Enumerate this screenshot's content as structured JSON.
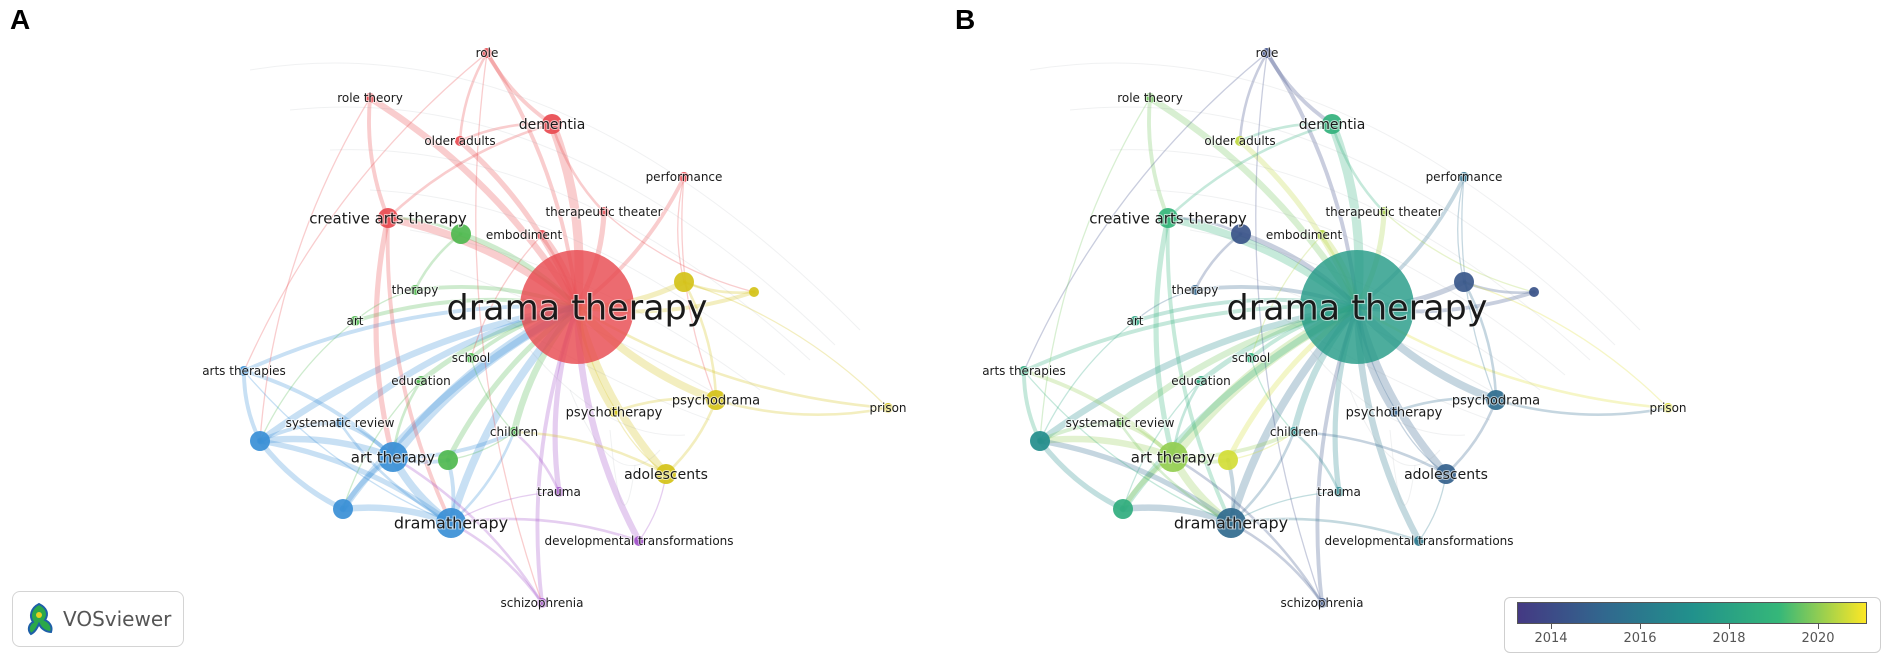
{
  "panels": [
    {
      "letter": "A",
      "mode": "cluster"
    },
    {
      "letter": "B",
      "mode": "overlay"
    }
  ],
  "logo": {
    "text": "VOSviewer"
  },
  "legend": {
    "ticks": [
      "2014",
      "2016",
      "2018",
      "2020"
    ]
  },
  "colors": {
    "cluster_red": "#e84a50",
    "cluster_green": "#4fb84f",
    "cluster_blue": "#3a8fd6",
    "cluster_yellow": "#d4c218",
    "cluster_purple": "#a050c8",
    "year_low": "#443983",
    "year_high": "#fde725"
  },
  "nodes": [
    {
      "id": "drama therapy",
      "label": "drama therapy",
      "cluster": "red",
      "year": 2017.5,
      "size": "xl"
    },
    {
      "id": "role",
      "label": "role",
      "cluster": "red",
      "year": 2014,
      "size": "s"
    },
    {
      "id": "role theory",
      "label": "role theory",
      "cluster": "red",
      "year": 2019.5,
      "size": "s"
    },
    {
      "id": "dementia",
      "label": "dementia",
      "cluster": "red",
      "year": 2018.6,
      "size": "m"
    },
    {
      "id": "older adults",
      "label": "older adults",
      "cluster": "red",
      "year": 2020.2,
      "size": "s"
    },
    {
      "id": "performance",
      "label": "performance",
      "cluster": "red",
      "year": 2015.5,
      "size": "s"
    },
    {
      "id": "creative arts therapy",
      "label": "creative arts therapy",
      "cluster": "red",
      "year": 2018.8,
      "size": "m"
    },
    {
      "id": "therapeutic theater",
      "label": "therapeutic theater",
      "cluster": "red",
      "year": 2020,
      "size": "s"
    },
    {
      "id": "embodiment",
      "label": "embodiment",
      "cluster": "red",
      "year": 2020.1,
      "size": "s"
    },
    {
      "id": "g1",
      "label": "",
      "cluster": "green",
      "year": 2014.3,
      "size": "m"
    },
    {
      "id": "therapy",
      "label": "therapy",
      "cluster": "green",
      "year": 2015,
      "size": "s"
    },
    {
      "id": "art",
      "label": "art",
      "cluster": "green",
      "year": 2018,
      "size": "s"
    },
    {
      "id": "school",
      "label": "school",
      "cluster": "green",
      "year": 2018.5,
      "size": "s"
    },
    {
      "id": "education",
      "label": "education",
      "cluster": "green",
      "year": 2018.2,
      "size": "s"
    },
    {
      "id": "children",
      "label": "children",
      "cluster": "green",
      "year": 2016.8,
      "size": "s"
    },
    {
      "id": "g2",
      "label": "",
      "cluster": "green",
      "year": 2020.4,
      "size": "m"
    },
    {
      "id": "arts therapies",
      "label": "arts therapies",
      "cluster": "blue",
      "year": 2018.3,
      "size": "s"
    },
    {
      "id": "systematic review",
      "label": "systematic review",
      "cluster": "blue",
      "year": 2019.5,
      "size": "s"
    },
    {
      "id": "b1",
      "label": "",
      "cluster": "blue",
      "year": 2016.8,
      "size": "m"
    },
    {
      "id": "art therapy",
      "label": "art therapy",
      "cluster": "blue",
      "year": 2019.8,
      "size": "l"
    },
    {
      "id": "b2",
      "label": "",
      "cluster": "blue",
      "year": 2018.4,
      "size": "m"
    },
    {
      "id": "dramatherapy",
      "label": "dramatherapy",
      "cluster": "blue",
      "year": 2015.2,
      "size": "l"
    },
    {
      "id": "y1",
      "label": "",
      "cluster": "yellow",
      "year": 2014.4,
      "size": "m"
    },
    {
      "id": "y2",
      "label": "",
      "cluster": "yellow",
      "year": 2014.2,
      "size": "s"
    },
    {
      "id": "psychotherapy",
      "label": "psychotherapy",
      "cluster": "yellow",
      "year": 2014.8,
      "size": "s"
    },
    {
      "id": "psychodrama",
      "label": "psychodrama",
      "cluster": "yellow",
      "year": 2015.3,
      "size": "m"
    },
    {
      "id": "prison",
      "label": "prison",
      "cluster": "yellow",
      "year": 2020.5,
      "size": "s"
    },
    {
      "id": "adolescents",
      "label": "adolescents",
      "cluster": "yellow",
      "year": 2014.8,
      "size": "m"
    },
    {
      "id": "trauma",
      "label": "trauma",
      "cluster": "purple",
      "year": 2016.5,
      "size": "s"
    },
    {
      "id": "developmental transformations",
      "label": "developmental transformations",
      "cluster": "purple",
      "year": 2015.8,
      "size": "s"
    },
    {
      "id": "schizophrenia",
      "label": "schizophrenia",
      "cluster": "purple",
      "year": 2014.3,
      "size": "s"
    }
  ],
  "links": [
    [
      "drama therapy",
      "role",
      3
    ],
    [
      "drama therapy",
      "role theory",
      5
    ],
    [
      "drama therapy",
      "dementia",
      7
    ],
    [
      "drama therapy",
      "older adults",
      4
    ],
    [
      "drama therapy",
      "performance",
      3
    ],
    [
      "drama therapy",
      "creative arts therapy",
      6
    ],
    [
      "drama therapy",
      "therapeutic theater",
      4
    ],
    [
      "drama therapy",
      "embodiment",
      5
    ],
    [
      "drama therapy",
      "g1",
      4
    ],
    [
      "drama therapy",
      "therapy",
      3
    ],
    [
      "drama therapy",
      "art",
      3
    ],
    [
      "drama therapy",
      "school",
      3
    ],
    [
      "drama therapy",
      "education",
      4
    ],
    [
      "drama therapy",
      "children",
      5
    ],
    [
      "drama therapy",
      "g2",
      4
    ],
    [
      "drama therapy",
      "arts therapies",
      3
    ],
    [
      "drama therapy",
      "systematic review",
      5
    ],
    [
      "drama therapy",
      "b1",
      5
    ],
    [
      "drama therapy",
      "art therapy",
      8
    ],
    [
      "drama therapy",
      "b2",
      5
    ],
    [
      "drama therapy",
      "dramatherapy",
      6
    ],
    [
      "drama therapy",
      "y1",
      4
    ],
    [
      "drama therapy",
      "y2",
      3
    ],
    [
      "drama therapy",
      "psychotherapy",
      5
    ],
    [
      "drama therapy",
      "psychodrama",
      6
    ],
    [
      "drama therapy",
      "prison",
      2
    ],
    [
      "drama therapy",
      "adolescents",
      6
    ],
    [
      "drama therapy",
      "trauma",
      4
    ],
    [
      "drama therapy",
      "developmental transformations",
      5
    ],
    [
      "drama therapy",
      "schizophrenia",
      3
    ],
    [
      "role",
      "dementia",
      3
    ],
    [
      "role theory",
      "creative arts therapy",
      3
    ],
    [
      "role",
      "older adults",
      2
    ],
    [
      "dementia",
      "therapeutic theater",
      2
    ],
    [
      "creative arts therapy",
      "art therapy",
      4
    ],
    [
      "creative arts therapy",
      "dramatherapy",
      3
    ],
    [
      "art therapy",
      "dramatherapy",
      6
    ],
    [
      "art therapy",
      "b1",
      5
    ],
    [
      "art therapy",
      "b2",
      4
    ],
    [
      "art therapy",
      "arts therapies",
      3
    ],
    [
      "dramatherapy",
      "b1",
      4
    ],
    [
      "dramatherapy",
      "b2",
      5
    ],
    [
      "systematic review",
      "b1",
      3
    ],
    [
      "arts therapies",
      "b1",
      3
    ],
    [
      "b1",
      "b2",
      4
    ],
    [
      "art therapy",
      "systematic review",
      3
    ],
    [
      "art therapy",
      "g2",
      3
    ],
    [
      "dramatherapy",
      "g2",
      3
    ],
    [
      "art therapy",
      "children",
      3
    ],
    [
      "dramatherapy",
      "children",
      2
    ],
    [
      "education",
      "art therapy",
      2
    ],
    [
      "psychodrama",
      "prison",
      2
    ],
    [
      "psychodrama",
      "psychotherapy",
      2
    ],
    [
      "psychodrama",
      "y1",
      2
    ],
    [
      "y1",
      "y2",
      2
    ],
    [
      "adolescents",
      "psychodrama",
      2
    ],
    [
      "adolescents",
      "children",
      2
    ],
    [
      "developmental transformations",
      "dramatherapy",
      2
    ],
    [
      "schizophrenia",
      "dramatherapy",
      2
    ],
    [
      "schizophrenia",
      "art therapy",
      2
    ],
    [
      "trauma",
      "children",
      2
    ],
    [
      "dementia",
      "older adults",
      2
    ],
    [
      "role",
      "arts therapies",
      1
    ],
    [
      "role theory",
      "b1",
      1
    ],
    [
      "g1",
      "therapy",
      2
    ],
    [
      "g1",
      "creative arts therapy",
      2
    ],
    [
      "performance",
      "psychodrama",
      1
    ],
    [
      "role",
      "schizophrenia",
      1
    ],
    [
      "prison",
      "y1",
      1
    ],
    [
      "embodiment",
      "school",
      1
    ],
    [
      "therapy",
      "art",
      1
    ],
    [
      "art",
      "b1",
      1
    ],
    [
      "school",
      "children",
      1
    ],
    [
      "education",
      "b2",
      1
    ],
    [
      "systematic review",
      "dramatherapy",
      2
    ],
    [
      "arts therapies",
      "dramatherapy",
      1
    ],
    [
      "psychotherapy",
      "adolescents",
      1
    ],
    [
      "g2",
      "children",
      1
    ],
    [
      "trauma",
      "dramatherapy",
      1
    ],
    [
      "developmental transformations",
      "adolescents",
      1
    ],
    [
      "dementia",
      "creative arts therapy",
      2
    ],
    [
      "performance",
      "y1",
      1
    ],
    [
      "therapeutic theater",
      "y2",
      1
    ]
  ]
}
